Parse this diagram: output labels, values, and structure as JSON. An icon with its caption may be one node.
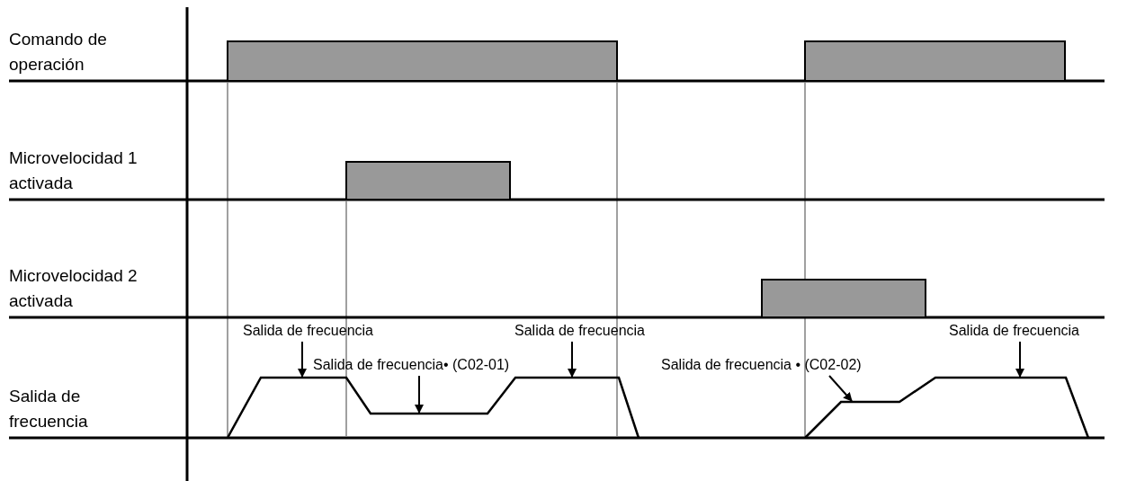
{
  "diagram": {
    "nodes": [
      {
        "text": [],
        "shape": "bar"
      },
      {
        "text": [],
        "shape": "bar"
      },
      {
        "text": [],
        "shape": "bar"
      },
      {
        "text": [],
        "shape": "bar"
      },
      {
        "text": [
          "Salida de frecuencia"
        ]
      },
      {
        "text": [
          "Salida de frecuencia• (C02-01)"
        ]
      },
      {
        "text": [
          "Salida de frecuencia"
        ]
      },
      {
        "text": [
          "Salida de frecuencia • (C02-02)"
        ]
      },
      {
        "text": [
          "Salida de frecuencia"
        ]
      },
      {
        "text": [],
        "shape": "line"
      },
      {
        "text": [],
        "shape": "line"
      }
    ],
    "edges": [
      {
        "from": 4,
        "to": 9,
        "arrow": "to"
      },
      {
        "from": 5,
        "to": 9,
        "arrow": "to"
      },
      {
        "from": 6,
        "to": 9,
        "arrow": "to"
      },
      {
        "from": 7,
        "to": 10,
        "arrow": "to"
      },
      {
        "from": 8,
        "to": 10,
        "arrow": "to"
      }
    ],
    "labels": [
      "Comando de operación",
      "Microvelocidad 1 activada",
      "Microvelocidad 2 activada",
      "Salida de frecuencia"
    ]
  }
}
